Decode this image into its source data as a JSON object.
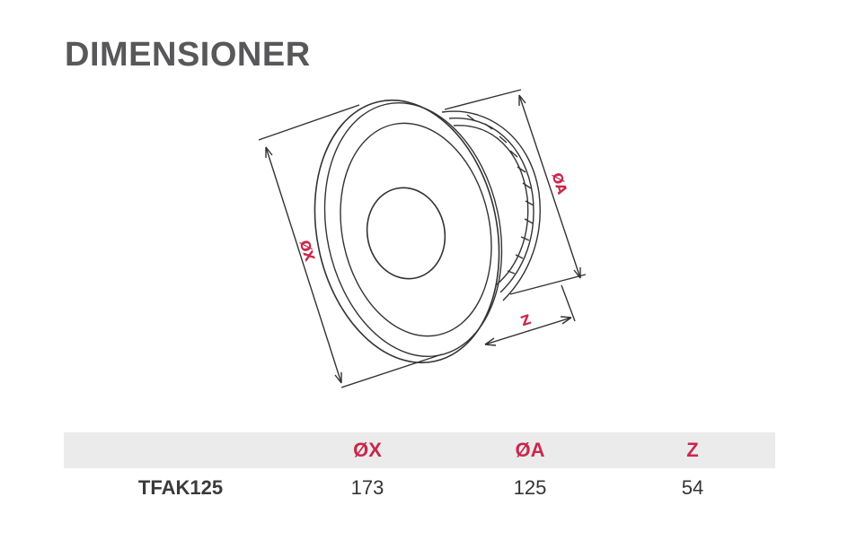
{
  "page": {
    "title": "DIMENSIONER"
  },
  "drawing": {
    "dimension_labels": {
      "x": "ØX",
      "a": "ØA",
      "z": "Z"
    },
    "line_color": "#333333",
    "accent_color": "#c8284c"
  },
  "table": {
    "headers": [
      "ØX",
      "ØA",
      "Z"
    ],
    "rows": [
      {
        "model": "TFAK125",
        "values": [
          "173",
          "125",
          "54"
        ]
      }
    ]
  }
}
